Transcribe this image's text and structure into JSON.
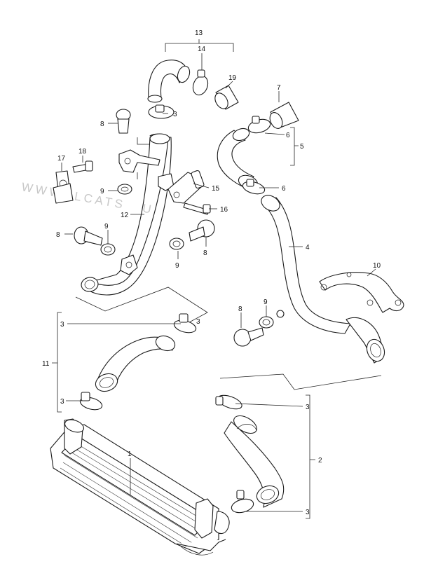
{
  "watermark": "WWW.ILCATS.RU",
  "callouts": {
    "c1": "1",
    "c2": "2",
    "c3a": "3",
    "c3b": "3",
    "c3c": "3",
    "c3d": "3",
    "c3e": "3",
    "c3f": "3",
    "c4": "4",
    "c5": "5",
    "c6a": "6",
    "c6b": "6",
    "c7": "7",
    "c8a": "8",
    "c8b": "8",
    "c8c": "8",
    "c8d": "8",
    "c9a": "9",
    "c9b": "9",
    "c9c": "9",
    "c9d": "9",
    "c10": "10",
    "c11": "11",
    "c12": "12",
    "c13": "13",
    "c14": "14",
    "c15": "15",
    "c16": "16",
    "c17": "17",
    "c18": "18",
    "c19": "19"
  }
}
